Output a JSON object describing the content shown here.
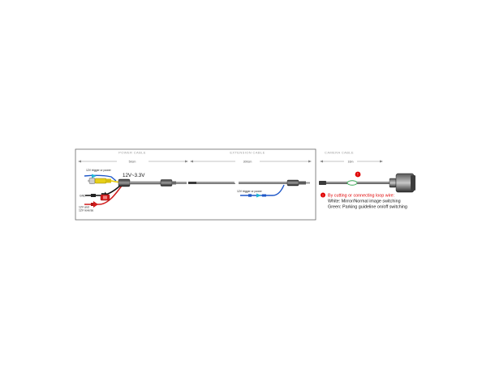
{
  "diagram": {
    "sections": {
      "power_cable": {
        "title": "POWER CABLE",
        "length": "50cm"
      },
      "extension_cable": {
        "title": "EXTENSION CABLE",
        "length": "300cm"
      },
      "camera_cable": {
        "title": "CAMERA CABLE",
        "length": "16m"
      }
    },
    "labels": {
      "trigger_power_top": "12V trigger or power",
      "voltage": "12V~3.3V",
      "gnd": "GND",
      "reverse_line1": "12V and",
      "reverse_line2": "12V reverse",
      "trigger_power_ext": "12V trigger or power"
    },
    "note": {
      "badge": "!",
      "line1": "By cutting or connecting loop wire:",
      "line2": "White: Mirror/Normal image switching",
      "line3": "Green: Parking guideline on/off switching"
    },
    "colors": {
      "cable": "#2b2b2b",
      "cable_highlight": "#8a8a8a",
      "blue_wire": "#1e57c8",
      "red_wire": "#d11c1c",
      "black_wire": "#111111",
      "rca_yellow": "#e7cf18",
      "cyan_arrow": "#1fb7d6",
      "frame": "#666666",
      "warning_red": "#e00000"
    }
  }
}
